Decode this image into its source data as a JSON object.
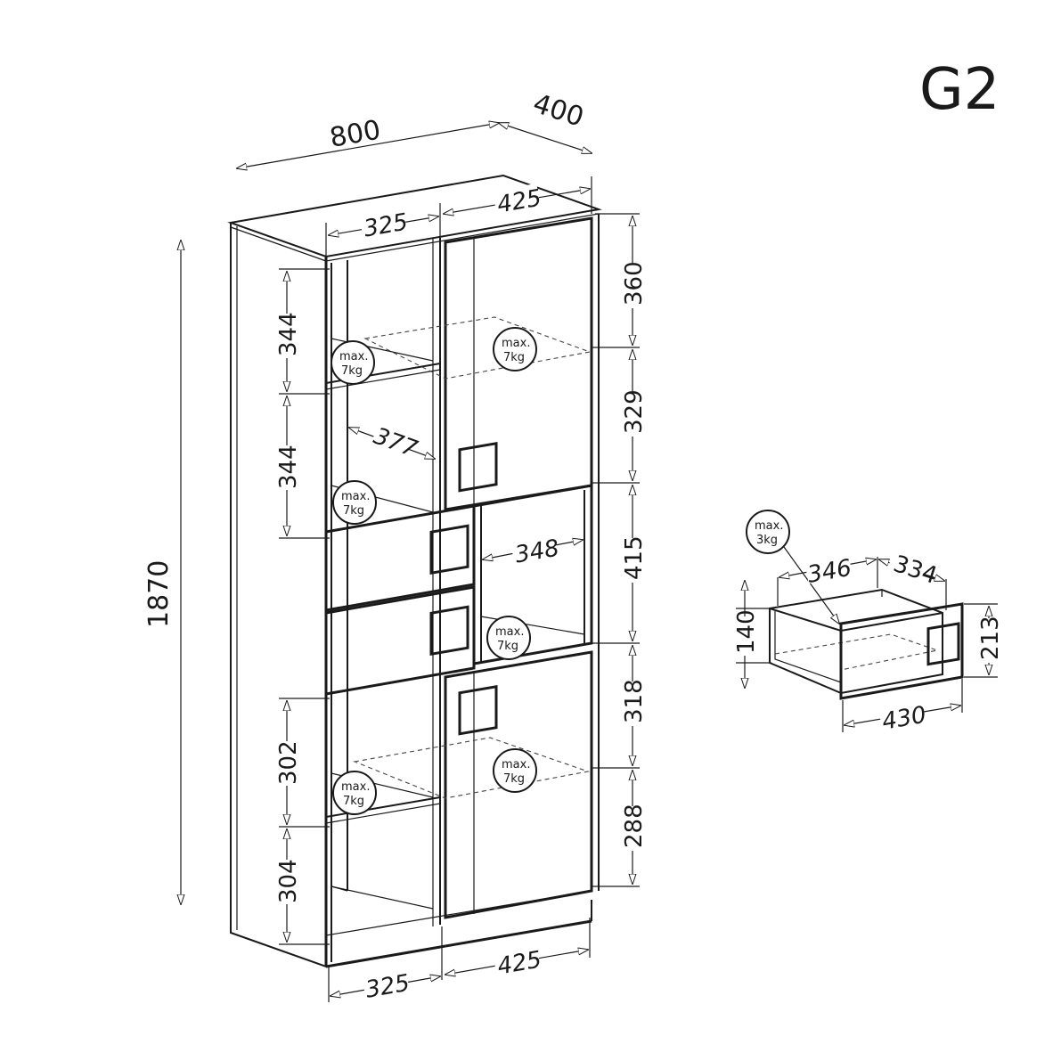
{
  "model": "G2",
  "overall": {
    "width": "800",
    "depth": "400",
    "height": "1870"
  },
  "top_widths": [
    "325",
    "425"
  ],
  "bottom_widths": [
    "325",
    "425"
  ],
  "left_heights": [
    "344",
    "344",
    "302",
    "304"
  ],
  "right_heights": [
    "360",
    "329",
    "415",
    "318",
    "288"
  ],
  "inner": {
    "left_shelf_depth": "377",
    "right_open_width": "348"
  },
  "load_badges": [
    {
      "line1": "max.",
      "line2": "7kg"
    },
    {
      "line1": "max.",
      "line2": "7kg"
    },
    {
      "line1": "max.",
      "line2": "7kg"
    },
    {
      "line1": "max.",
      "line2": "7kg"
    },
    {
      "line1": "max.",
      "line2": "7kg"
    },
    {
      "line1": "max.",
      "line2": "7kg"
    }
  ],
  "drawer": {
    "badge": {
      "line1": "max.",
      "line2": "3kg"
    },
    "inner_width": "346",
    "depth": "334",
    "inner_height": "140",
    "front_height": "213",
    "front_width": "430"
  }
}
